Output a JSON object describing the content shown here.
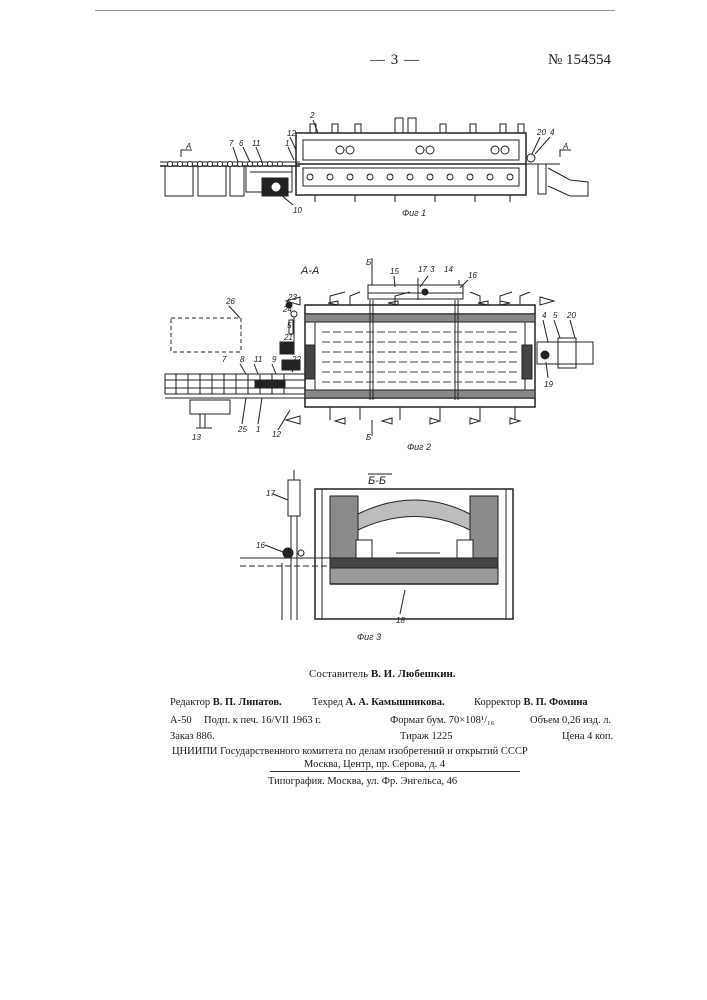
{
  "header": {
    "page_number": "— 3 —",
    "patent_number": "№ 154554"
  },
  "figures": {
    "fig1": {
      "caption": "Фиг 1",
      "section_marks": [
        "А",
        "А"
      ],
      "labels": [
        "7",
        "6",
        "11",
        "1",
        "12",
        "2",
        "20",
        "4",
        "10"
      ]
    },
    "fig2": {
      "caption": "Фиг 2",
      "section_title": "А-А",
      "cut_marks": [
        "Б",
        "Б"
      ],
      "labels": [
        "26",
        "23",
        "24",
        "5",
        "21",
        "8",
        "11",
        "9",
        "22",
        "7",
        "25",
        "1",
        "12",
        "13",
        "15",
        "17",
        "3",
        "14",
        "16",
        "4",
        "5",
        "20",
        "19"
      ]
    },
    "fig3": {
      "caption": "Фиг 3",
      "section_title": "Б-Б",
      "labels": [
        "17",
        "16",
        "18"
      ]
    }
  },
  "compiler": {
    "prefix": "Составитель",
    "name": "В. И. Любешкин."
  },
  "imprint": {
    "editor": {
      "prefix": "Редактор",
      "name": "В. П. Липатов."
    },
    "techeditor": {
      "prefix": "Техред",
      "name": "А. А. Камышникова."
    },
    "corrector": {
      "prefix": "Корректор",
      "name": "В. П. Фомина"
    },
    "row2": {
      "code": "А-50",
      "signed": "Подп. к печ. 16/VII 1963 г.",
      "format": "Формат бум. 70×108¹/₁₆",
      "volume": "Объем 0,26 изд. л."
    },
    "row3": {
      "order": "Заказ 886.",
      "run": "Тираж 1225",
      "price": "Цена 4 коп."
    },
    "publisher": "ЦНИИПИ Государственного комитета по делам изобретений и открытий СССР",
    "address": "Москва, Центр, пр. Серова, д. 4",
    "printer": "Типография. Москва, ул. Фр. Энгельса, 46"
  }
}
